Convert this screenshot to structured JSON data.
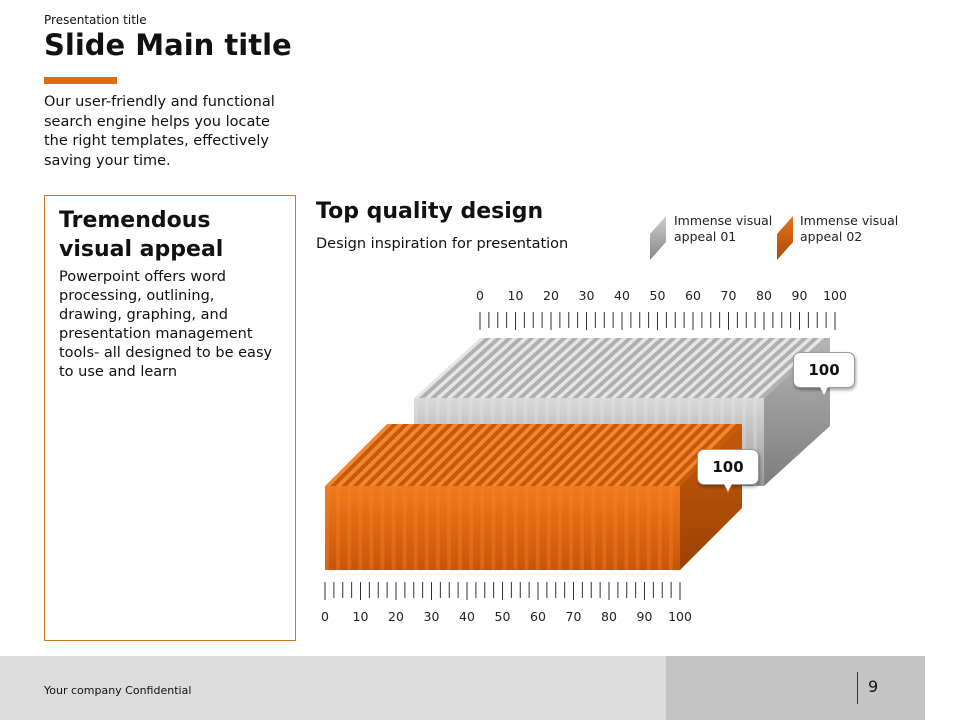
{
  "header": {
    "presentation_title": "Presentation title",
    "main_title": "Slide Main title",
    "intro": "Our user-friendly and functional search engine helps you locate the right templates, effectively saving your time."
  },
  "card": {
    "title": "Tremendous visual appeal",
    "body": "Powerpoint offers word processing, outlining, drawing, graphing, and presentation management tools- all designed to be easy to use and learn"
  },
  "chart_data": {
    "type": "bar",
    "title": "Top quality design",
    "subtitle": "Design inspiration for presentation",
    "series": [
      {
        "name": "Immense visual appeal 01",
        "value": 100,
        "color": "#a8a8a8",
        "label": "100"
      },
      {
        "name": "Immense visual appeal 02",
        "value": 100,
        "color": "#e0650e",
        "label": "100"
      }
    ],
    "ticks": [
      "0",
      "10",
      "20",
      "30",
      "40",
      "50",
      "60",
      "70",
      "80",
      "90",
      "100"
    ],
    "xlim": [
      0,
      100
    ]
  },
  "footer": {
    "confidential": "Your company Confidential",
    "page": "9"
  },
  "colors": {
    "accent": "#e06c0c",
    "gray": "#a8a8a8"
  }
}
